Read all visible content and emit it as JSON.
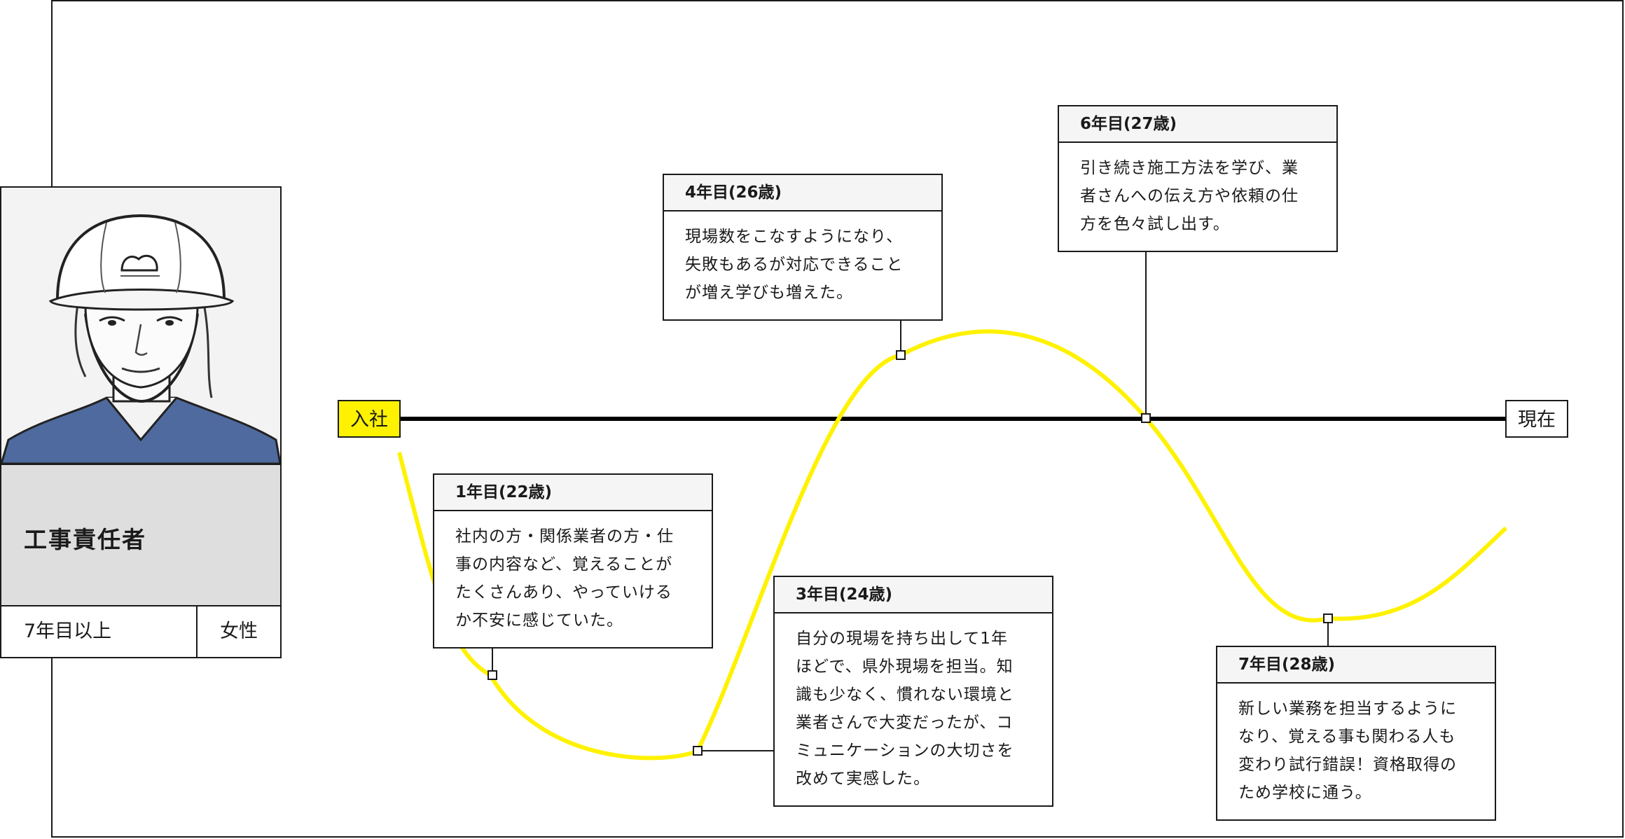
{
  "profile": {
    "role": "工事責任者",
    "years": "7年目以上",
    "gender": "女性",
    "avatar_icon": "worker-with-helmet-icon"
  },
  "timeline": {
    "start_label": "入社",
    "end_label": "現在",
    "curve_color": "#fff200",
    "line_color": "#000000"
  },
  "events": [
    {
      "heading": "1年目(22歳)",
      "text": "社内の方・関係業者の方・仕\n事の内容など、覚えることが\nたくさんあり、やっていける\nか不安に感じていた。"
    },
    {
      "heading": "3年目(24歳)",
      "text": "自分の現場を持ち出して1年\nほどで、県外現場を担当。知\n識も少なく、慣れない環境と\n業者さんで大変だったが、コ\nミュニケーションの大切さを\n改めて実感した。"
    },
    {
      "heading": "4年目(26歳)",
      "text": "現場数をこなすようになり、\n失敗もあるが対応できること\nが増え学びも増えた。"
    },
    {
      "heading": "6年目(27歳)",
      "text": "引き続き施工方法を学び、業\n者さんへの伝え方や依頼の仕\n方を色々試し出す。"
    },
    {
      "heading": "7年目(28歳)",
      "text": "新しい業務を担当するように\nなり、覚える事も関わる人も\n変わり試行錯誤！資格取得の\nため学校に通う。"
    }
  ]
}
